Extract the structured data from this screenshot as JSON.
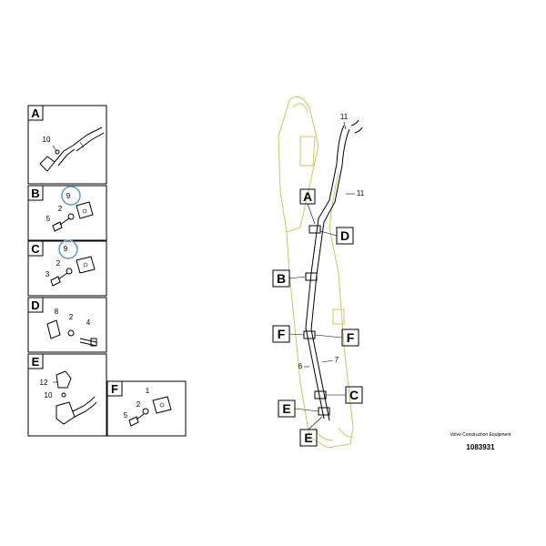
{
  "detail_panels": [
    {
      "letter": "A",
      "parts": [
        "10"
      ]
    },
    {
      "letter": "B",
      "parts": [
        "9",
        "2",
        "5"
      ]
    },
    {
      "letter": "C",
      "parts": [
        "9",
        "2",
        "3"
      ]
    },
    {
      "letter": "D",
      "parts": [
        "8",
        "2",
        "4"
      ]
    },
    {
      "letter": "E",
      "parts": [
        "12",
        "10"
      ]
    },
    {
      "letter": "F",
      "parts": [
        "1",
        "2",
        "5"
      ]
    }
  ],
  "main_callouts": [
    "A",
    "D",
    "B",
    "F",
    "F",
    "C",
    "E",
    "E"
  ],
  "main_parts": [
    "11",
    "11",
    "6",
    "7"
  ],
  "footer": {
    "brand": "Volvo Construction Equipment",
    "doc_number": "1083931"
  },
  "colors": {
    "highlight": "#6a9fc8",
    "boom_outline": "#c9c76a",
    "ink": "#000000"
  }
}
